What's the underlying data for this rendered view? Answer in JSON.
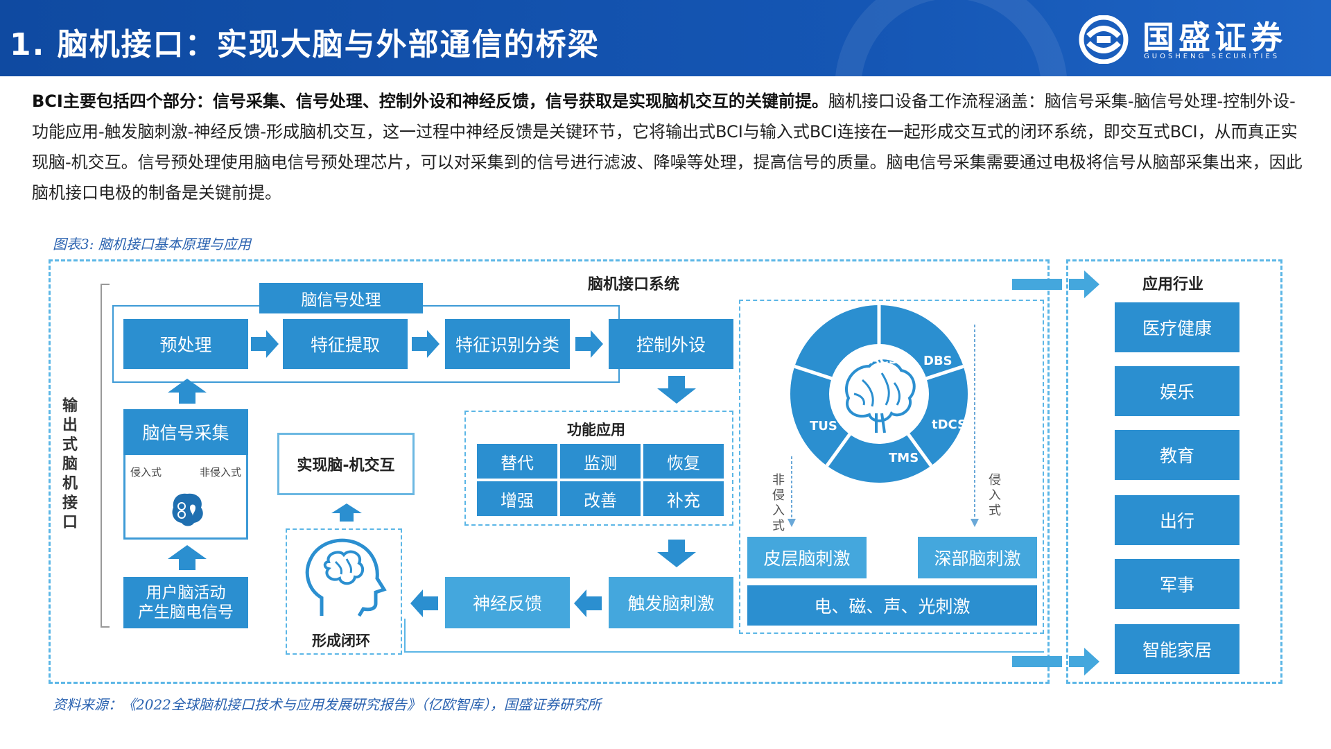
{
  "header": {
    "title": "1. 脑机接口：实现大脑与外部通信的桥梁",
    "logo_cn": "国盛证券",
    "logo_en": "GUOSHENG SECURITIES"
  },
  "intro": {
    "bold": "BCI主要包括四个部分：信号采集、信号处理、控制外设和神经反馈，信号获取是实现脑机交互的关键前提。",
    "normal": "脑机接口设备工作流程涵盖：脑信号采集-脑信号处理-控制外设-功能应用-触发脑刺激-神经反馈-形成脑机交互，这一过程中神经反馈是关键环节，它将输出式BCI与输入式BCI连接在一起形成交互式的闭环系统，即交互式BCI，从而真正实现脑-机交互。信号预处理使用脑电信号预处理芯片，可以对采集到的信号进行滤波、降噪等处理，提高信号的质量。脑电信号采集需要通过电极将信号从脑部采集出来，因此脑机接口电极的制备是关键前提。"
  },
  "figure": {
    "caption": "图表3: 脑机接口基本原理与应用",
    "source": "资料来源：《2022全球脑机接口技术与应用发展研究报告》（亿欧智库），国盛证券研究所"
  },
  "diagram": {
    "system_title": "脑机接口系统",
    "output_bci": "输出式脑机接口",
    "signal_processing": "脑信号处理",
    "preprocess": "预处理",
    "feature_extract": "特征提取",
    "feature_classify": "特征识别分类",
    "control_device": "控制外设",
    "signal_collect": "脑信号采集",
    "invasive": "侵入式",
    "non_invasive": "非侵入式",
    "user_activity_1": "用户脑活动",
    "user_activity_2": "产生脑电信号",
    "interaction": "实现脑-机交互",
    "closed_loop": "形成闭环",
    "func_app": {
      "title": "功能应用",
      "items": [
        "替代",
        "监测",
        "恢复",
        "增强",
        "改善",
        "补充"
      ]
    },
    "trigger_stim": "触发脑刺激",
    "neuro_feedback": "神经反馈",
    "wheel": [
      "tACS",
      "DBS",
      "tDCS",
      "TMS",
      "TUS"
    ],
    "non_invasive_v": "非侵入式",
    "invasive_v": "侵入式",
    "cortex_stim": "皮层脑刺激",
    "deep_stim": "深部脑刺激",
    "stim_types": "电、磁、声、光刺激",
    "industry": {
      "title": "应用行业",
      "items": [
        "医疗健康",
        "娱乐",
        "教育",
        "出行",
        "军事",
        "智能家居"
      ]
    }
  },
  "colors": {
    "header_bg": "#1556b4",
    "box_blue": "#2b8fd0",
    "dash_blue": "#5bb6e6",
    "caption_blue": "#2a62b0"
  }
}
